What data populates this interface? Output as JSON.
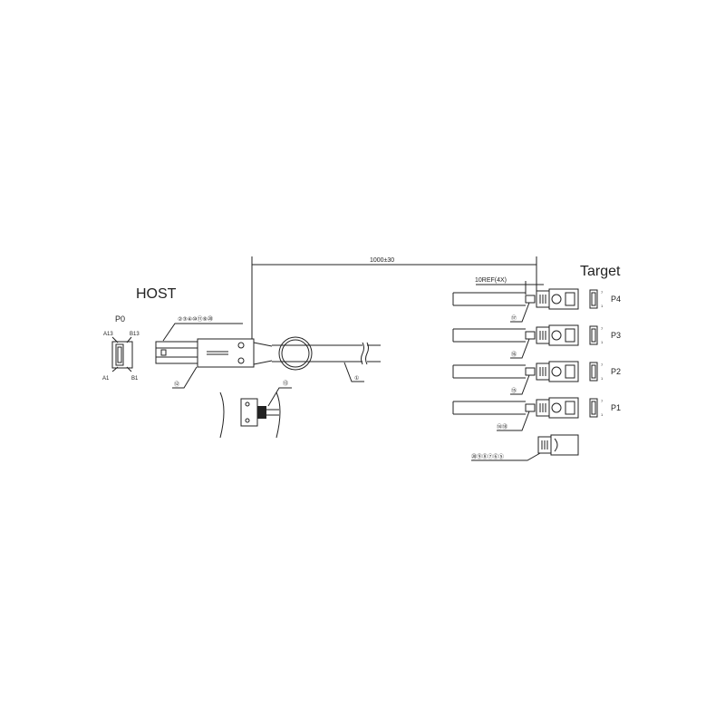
{
  "host": {
    "title": "HOST",
    "port": "P0",
    "pins": {
      "a13": "A13",
      "b13": "B13",
      "a1": "A1",
      "b1": "B1"
    },
    "callouts": {
      "top": "②③④⑩⑪⑨⑳",
      "bottom": "⑫",
      "detail": "⑬",
      "cable": "①"
    }
  },
  "dimensions": {
    "length": "1000±30",
    "ref": "10REF(4X)"
  },
  "target": {
    "title": "Target",
    "pin_top": "7",
    "pin_bottom": "1",
    "ports": [
      {
        "label": "P4",
        "callout": "⑰"
      },
      {
        "label": "P3",
        "callout": "⑯"
      },
      {
        "label": "P2",
        "callout": "⑮"
      },
      {
        "label": "P1",
        "callout": "⑭⑱"
      }
    ],
    "bottom_callout": "⑳⑨⑧⑦⑥⑤"
  }
}
